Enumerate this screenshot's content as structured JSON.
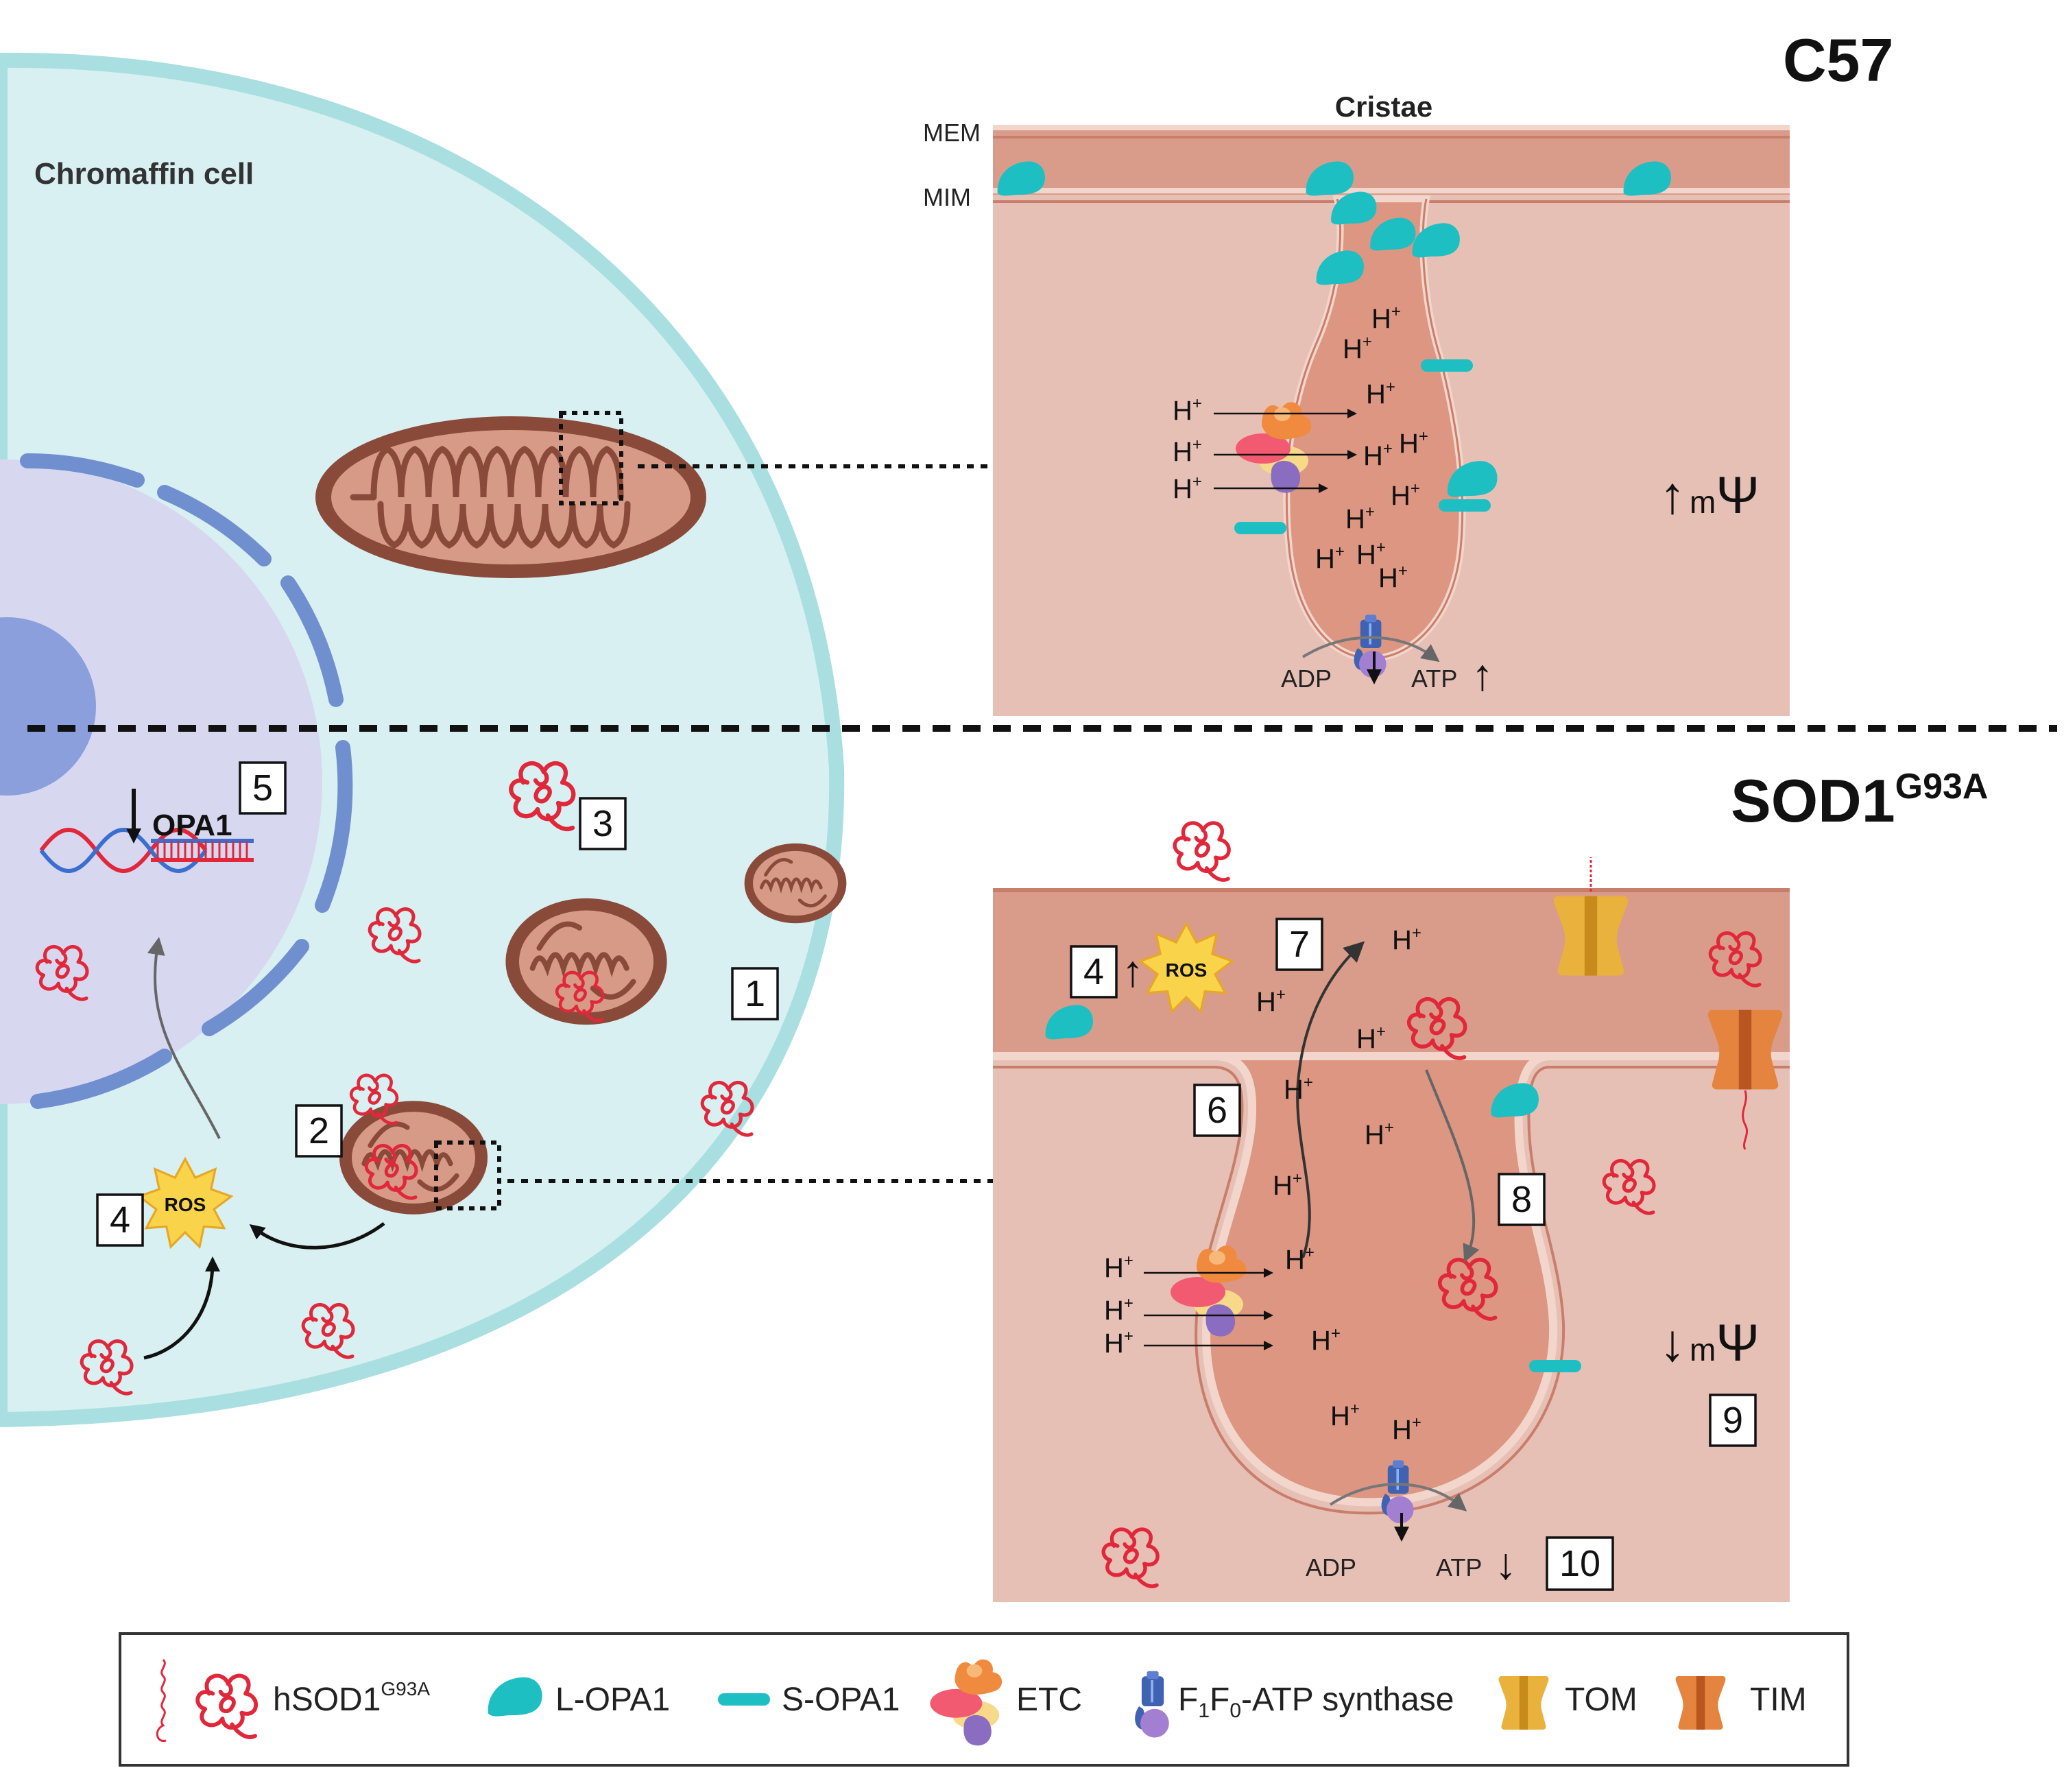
{
  "labels": {
    "cell": "Chromaffin cell",
    "c57": "C57",
    "sod1_main": "SOD1",
    "sod1_sup": "G93A",
    "cristae": "Cristae",
    "mem": "MEM",
    "mim": "MIM",
    "opa1": "OPA1",
    "ros": "ROS",
    "h": "H",
    "h_sup": "+",
    "adp": "ADP",
    "atp": "ATP",
    "m_sub": "m",
    "psi": "Ψ",
    "up_arrow": "↑",
    "down_arrow": "↓"
  },
  "markers": [
    "1",
    "2",
    "3",
    "4",
    "5",
    "6",
    "7",
    "8",
    "9",
    "10"
  ],
  "legend": {
    "hsod1_main": "hSOD1",
    "hsod1_sup": "G93A",
    "lopa1": "L-OPA1",
    "sopa1": "S-OPA1",
    "etc": "ETC",
    "atp_syn_f1": "F",
    "atp_syn_sub1": "1",
    "atp_syn_f0": "F",
    "atp_syn_sub0": "0",
    "atp_syn_rest": "-ATP synthase",
    "tom": "TOM",
    "tim": "TIM"
  },
  "colors": {
    "cytoplasm": "#d8f0f2",
    "cell_edge": "#a9dfe0",
    "nucleus": "#d7d8f0",
    "nuclear_envelope": "#6f8fcf",
    "nucleolus": "#8a9fdb",
    "mito_outer": "#8a4a3a",
    "mito_inner": "#d69a86",
    "ims": "#d99c8a",
    "matrix": "#e7c0b5",
    "crista_lumen": "#dc9682",
    "opa1": "#1dbfc3",
    "sod1": "#e0283a",
    "ros": "#f9d44b",
    "atp_synthase": "#3f62b3",
    "tom": "#e8b23d",
    "tim": "#e5843e"
  },
  "icons": [
    "sod1-aggregate-icon",
    "l-opa1-icon",
    "s-opa1-icon",
    "etc-complex-icon",
    "atp-synthase-icon",
    "tom-icon",
    "tim-icon",
    "ros-star-icon",
    "dna-helix-icon",
    "mitochondrion-icon"
  ]
}
